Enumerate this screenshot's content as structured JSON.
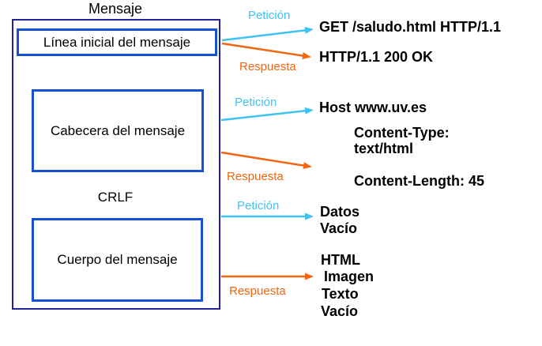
{
  "diagram_title": "Mensaje",
  "message_structure": {
    "line_box_label": "Línea inicial del mensaje",
    "header_box_label": "Cabecera del mensaje",
    "separator_label": "CRLF",
    "body_box_label": "Cuerpo del mensaje"
  },
  "flows": [
    {
      "request_label": "Petición",
      "response_label": "Respuesta",
      "request_text": "GET /saludo.html HTTP/1.1",
      "response_text": "HTTP/1.1 200 OK"
    },
    {
      "request_label": "Petición",
      "response_label": "Respuesta",
      "request_text": "Host www.uv.es",
      "response_lines": [
        "Content-Type:",
        "text/html",
        "Content-Length: 45"
      ]
    },
    {
      "request_label": "Petición",
      "response_label": "Respuesta",
      "request_lines": [
        "Datos",
        "Vacío"
      ],
      "response_lines": [
        "HTML",
        "Imagen",
        "Texto",
        "Vacío"
      ]
    }
  ],
  "colors": {
    "request_arrow": "#3EC3F2",
    "response_arrow": "#F3650E",
    "outer_box_border": "#22229B",
    "inner_box_border": "#1551D2",
    "text": "#000000",
    "background": "#FFFFFF"
  }
}
